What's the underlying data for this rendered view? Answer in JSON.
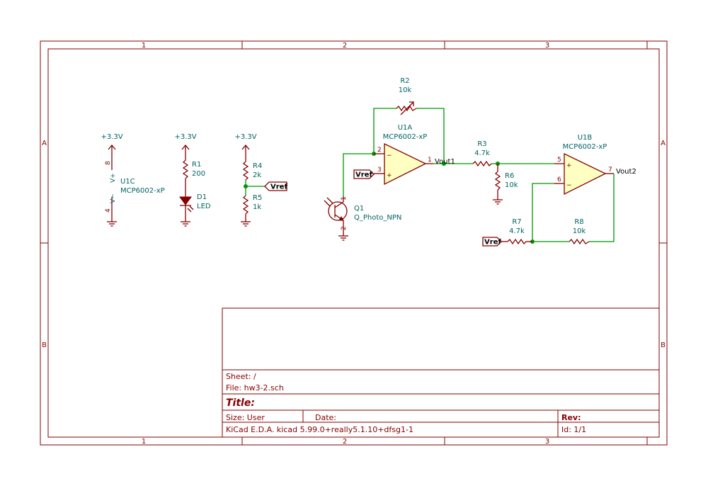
{
  "frame": {
    "columns": [
      "1",
      "2",
      "3"
    ],
    "rows": [
      "A",
      "B"
    ]
  },
  "parts": {
    "u1c": {
      "ref": "U1C",
      "value": "MCP6002-xP",
      "pin_vplus": "8",
      "pin_vminus": "4",
      "name_vplus": "V+",
      "name_vminus": "V−"
    },
    "r1": {
      "ref": "R1",
      "value": "200"
    },
    "d1": {
      "ref": "D1",
      "value": "LED"
    },
    "r4": {
      "ref": "R4",
      "value": "2k"
    },
    "r5": {
      "ref": "R5",
      "value": "1k"
    },
    "r2": {
      "ref": "R2",
      "value": "10k"
    },
    "u1a": {
      "ref": "U1A",
      "value": "MCP6002-xP",
      "pin_inv": "2",
      "pin_noninv": "3",
      "pin_out": "1"
    },
    "q1": {
      "ref": "Q1",
      "value": "Q_Photo_NPN",
      "pin_c": "1",
      "pin_e": "2"
    },
    "r3": {
      "ref": "R3",
      "value": "4.7k"
    },
    "r6": {
      "ref": "R6",
      "value": "10k"
    },
    "u1b": {
      "ref": "U1B",
      "value": "MCP6002-xP",
      "pin_noninv": "5",
      "pin_inv": "6",
      "pin_out": "7"
    },
    "r7": {
      "ref": "R7",
      "value": "4.7k"
    },
    "r8": {
      "ref": "R8",
      "value": "10k"
    }
  },
  "power": {
    "v33": "+3.3V"
  },
  "opamp_signs": {
    "minus": "−",
    "plus": "+"
  },
  "nets": {
    "vref": "Vref",
    "vout1": "Vout1",
    "vout2": "Vout2"
  },
  "title_block": {
    "sheet": "Sheet: /",
    "file": "File: hw3-2.sch",
    "title": "Title:",
    "size": "Size: User",
    "date": "Date:",
    "rev": "Rev:",
    "tool": "KiCad E.D.A.  kicad 5.99.0+really5.1.10+dfsg1-1",
    "id": "Id: 1/1"
  }
}
